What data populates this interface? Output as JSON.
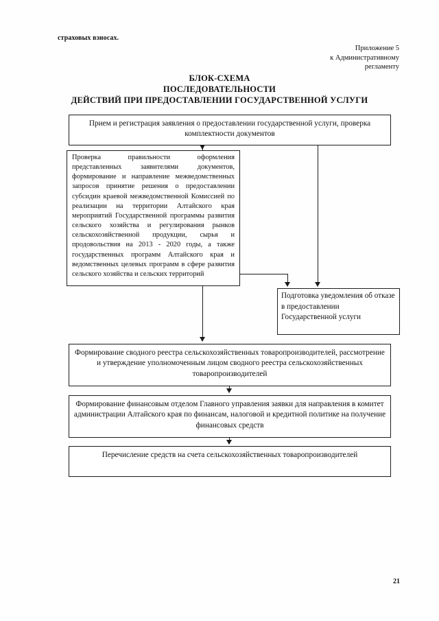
{
  "document": {
    "running_head": "страховых взносах.",
    "appendix_ref": {
      "line1": "Приложение 5",
      "line2": "к Административному",
      "line3": "регламенту"
    },
    "title": {
      "line1": "БЛОК-СХЕМА",
      "line2": "ПОСЛЕДОВАТЕЛЬНОСТИ",
      "line3": "ДЕЙСТВИЙ ПРИ ПРЕДОСТАВЛЕНИИ ГОСУДАРСТВЕННОЙ УСЛУГИ"
    },
    "page_number": "21"
  },
  "flowchart": {
    "nodes": [
      {
        "id": "intake",
        "text": "Прием и регистрация заявления о предоставлении государственной услуги, проверка комплектности документов"
      },
      {
        "id": "review",
        "text": "Проверка правильности оформления представленных заявителями документов, формирование и направление межведомственных запросов принятие решения о предоставлении субсидин краевой межведомственной Комиссией по реализации на территории Алтайского края мероприятий Государственной программы развития сельского хозяйства и регулирования рынков сельскохозяйственной продукции, сырья и продовольствия на 2013 - 2020 годы, а также государственных программ Алтайского края и ведомственных целевых программ в сфере развития сельского хозяйства и сельских территорий"
      },
      {
        "id": "refusal",
        "text": "Подготовка уведомления об отказе в предоставлении Государственной услуги"
      },
      {
        "id": "registry",
        "text": "Формирование сводного реестра сельскохозяйственных товаропроизводителей, рассмотрение и утверждение уполномоченным лицом сводного реестра сельскохозяйственных товаропроизводителей"
      },
      {
        "id": "request",
        "text": "Формирование финансовым отделом Главного управления заявки для направления в комитет администрации Алтайского края по финансам, налоговой и кредитной политике на получение финансовых средств"
      },
      {
        "id": "transfer",
        "text": "Перечисление средств на счета сельскохозяйственных товаропроизводителей"
      }
    ],
    "connectors": [
      {
        "id": "intake-to-review",
        "from": "intake",
        "to": "review",
        "style": "straight-down"
      },
      {
        "id": "intake-to-refusal",
        "from": "intake",
        "to": "refusal",
        "style": "straight-down"
      },
      {
        "id": "review-to-refusal",
        "from": "review",
        "to": "refusal",
        "style": "elbow-right-down"
      },
      {
        "id": "review-to-registry",
        "from": "review",
        "to": "registry",
        "style": "straight-down"
      },
      {
        "id": "registry-to-request",
        "from": "registry",
        "to": "request",
        "style": "straight-down"
      },
      {
        "id": "request-to-transfer",
        "from": "request",
        "to": "transfer",
        "style": "straight-down"
      }
    ],
    "colors": {
      "border": "#1b1b1b",
      "background": "#ffffff",
      "text": "#101010"
    }
  }
}
